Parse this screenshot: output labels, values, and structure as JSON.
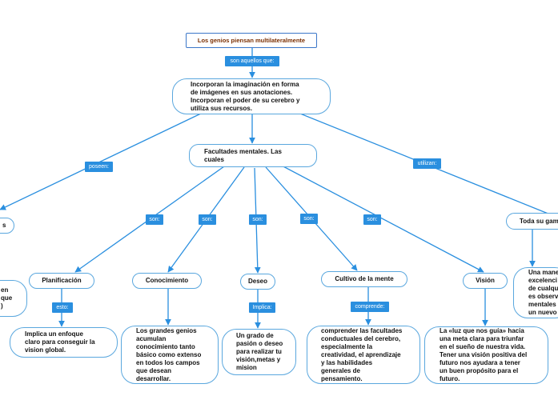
{
  "nodes": {
    "main_title": "Los genios piensan multilateralmente",
    "incorporan": "Incorporan la imaginación en forma\nde imágenes en sus anotaciones.\nIncorporan el poder de su cerebro y\nutiliza sus recursos.",
    "facultades": "Facultades mentales. Las\ncuales",
    "left_partial": "s",
    "left_partial2": "en\nque\n)",
    "planificacion": "Planificación",
    "conocimiento": "Conocimiento",
    "deseo": "Deseo",
    "cultivo": "Cultivo de la mente",
    "vision": "Visión",
    "toda_su_gama": "Toda su gam",
    "una_manera": "Una mane\nexcelenci\nde cualqu\nes observ\nmentales\nun nuevo",
    "implica_enfoque": "Implica un enfoque\nclaro para conseguir la\nvision global.",
    "grandes_genios": "Los grandes genios\nacumulan\nconocimiento tanto\nbásico como extenso\nen todos los campos\nque desean\ndesarrollar.",
    "grado_pasion": "Un grado de\npasión o deseo\npara realizar tu\nvisión,metas y\nmision",
    "comprender": "comprender las facultades\nconductuales del  cerebro,\nespecialmente la\ncreatividad, el aprendizaje\ny las habilidades\ngenerales de\npensamiento.",
    "luz_guia": "La «luz que nos guía» hacia\nuna meta clara para triunfar\nen el  sueño de nuestra vida.\nTener una visión positiva del\nfuturo nos ayudara a tener\nun buen propósito para el\nfuturo."
  },
  "labels": {
    "son_aquellos": "son aquellos que:",
    "poseen": "poseen:",
    "utilizan": "utilizan:",
    "son1": "son:",
    "son2": "son:",
    "son3": "son:",
    "son4": "son:",
    "son5": "son:",
    "esto": "esto:",
    "implica": "Implica:",
    "comprende": "comprende:"
  },
  "colors": {
    "connector": "#2a8fdf",
    "label_bg": "#2a8fdf",
    "node_border": "#5aa7de",
    "title_border": "#3c77c9",
    "title_text": "#7a2e00"
  }
}
